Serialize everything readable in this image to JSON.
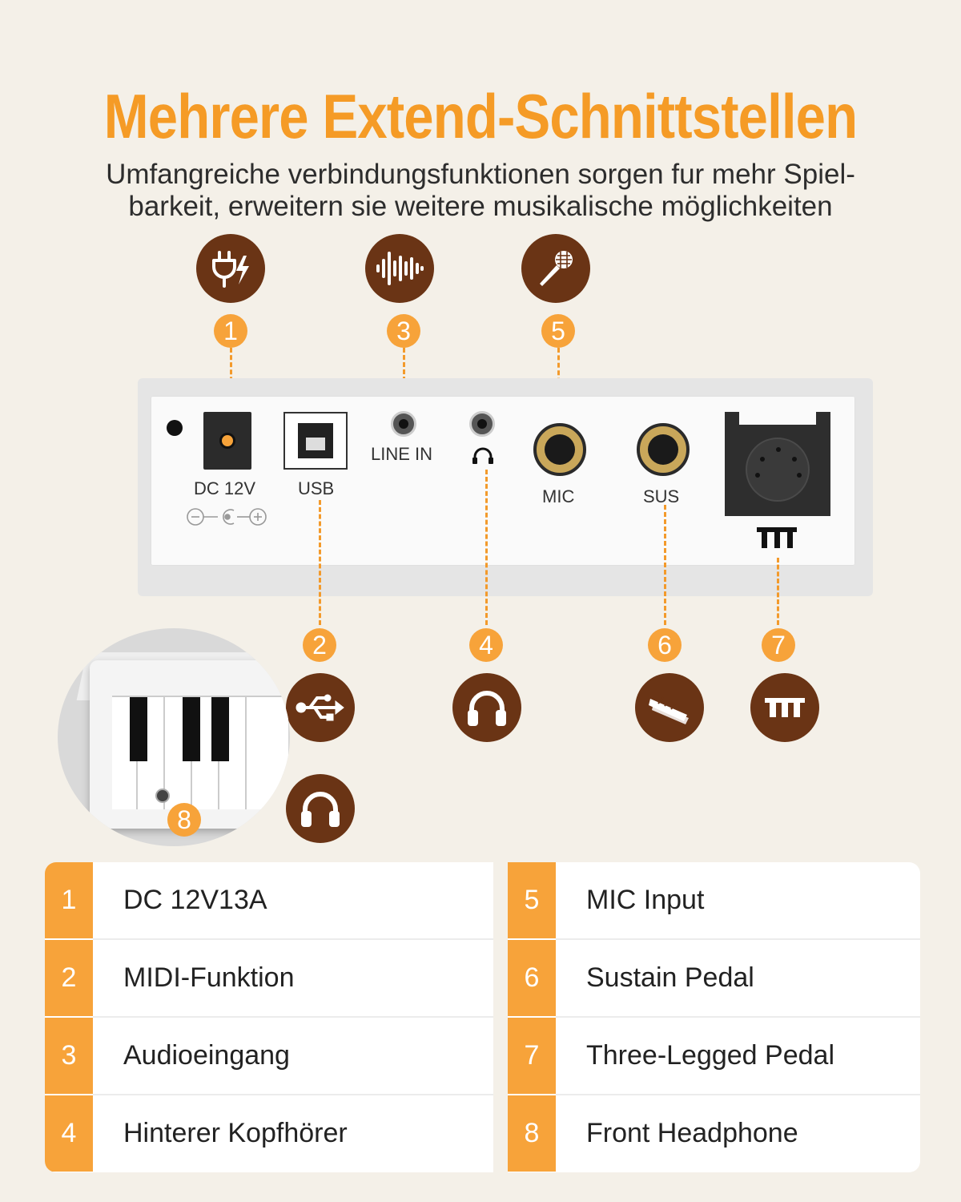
{
  "header": {
    "title": "Mehrere Extend-Schnittstellen",
    "subtitle_line1": "Umfangreiche verbindungsfunktionen sorgen fur mehr Spiel-",
    "subtitle_line2": "barkeit, erweitern sie weitere musikalische möglichkeiten"
  },
  "callouts": [
    {
      "number": "1",
      "icon": "power-plug-icon"
    },
    {
      "number": "2",
      "icon": "usb-icon"
    },
    {
      "number": "3",
      "icon": "audio-wave-icon"
    },
    {
      "number": "4",
      "icon": "headphones-icon"
    },
    {
      "number": "5",
      "icon": "microphone-icon"
    },
    {
      "number": "6",
      "icon": "sustain-pedal-icon"
    },
    {
      "number": "7",
      "icon": "three-pedal-icon"
    },
    {
      "number": "8",
      "icon": "headphones-icon"
    }
  ],
  "panel_labels": {
    "dc": "DC 12V",
    "usb": "USB",
    "line_in": "LINE IN",
    "mic": "MIC",
    "sus": "SUS"
  },
  "table": {
    "left": [
      {
        "number": "1",
        "label": "DC 12V13A"
      },
      {
        "number": "2",
        "label": "MIDI-Funktion"
      },
      {
        "number": "3",
        "label": "Audioeingang"
      },
      {
        "number": "4",
        "label": "Hinterer Kopfhörer"
      }
    ],
    "right": [
      {
        "number": "5",
        "label": "MIC Input"
      },
      {
        "number": "6",
        "label": "Sustain Pedal"
      },
      {
        "number": "7",
        "label": "Three-Legged Pedal"
      },
      {
        "number": "8",
        "label": "Front Headphone"
      }
    ]
  },
  "colors": {
    "accent": "#f7a33a",
    "title": "#f59b26",
    "icon_bg": "#6a3415",
    "background": "#f4f0e8"
  }
}
